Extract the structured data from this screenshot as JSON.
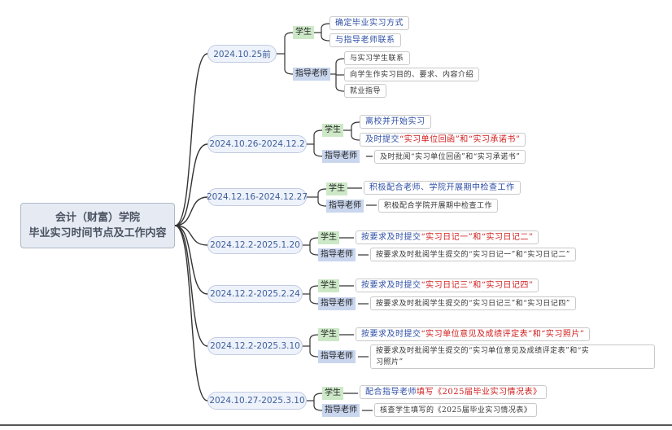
{
  "root": {
    "line1": "会计（财富）学院",
    "line2": "毕业实习时间节点及工作内容"
  },
  "colors": {
    "student_tag": "#cde8c7",
    "teacher_tag": "#c9d6ee",
    "highlight_red": "#d01c1c",
    "leaf_blue": "#2f4fa6",
    "node_text": "#3c5f9a"
  },
  "tags": {
    "student": "学生",
    "teacher": "指导老师"
  },
  "stages": [
    {
      "date": "2024.10.25前",
      "student": [
        "确定毕业实习方式",
        "与指导老师联系"
      ],
      "teacher": [
        "与实习学生联系",
        "向学生作实习目的、要求、内容介绍",
        "就业指导"
      ]
    },
    {
      "date": "2024.10.26-2024.12.2",
      "student": [
        "离校并开始实习",
        {
          "pre": "及时提交",
          "red": "“实习单位回函”和“实习承诺书”",
          "post": ""
        }
      ],
      "teacher": [
        "及时批阅“实习单位回函”和“实习承诺书”"
      ]
    },
    {
      "date": "2024.12.16-2024.12.27",
      "student": [
        "积极配合老师、学院开展期中检查工作"
      ],
      "teacher": [
        "积极配合学院开展期中检查工作"
      ]
    },
    {
      "date": "2024.12.2-2025.1.20",
      "student": [
        {
          "pre": "按要求及时提交",
          "red": "“实习日记一”和“实习日记二”",
          "post": ""
        }
      ],
      "teacher": [
        "按要求及时批阅学生提交的“实习日记一”和“实习日记二”"
      ]
    },
    {
      "date": "2024.12.2-2025.2.24",
      "student": [
        {
          "pre": "按要求及时提交",
          "red": "“实习日记三”和“实习日记四”",
          "post": ""
        }
      ],
      "teacher": [
        "按要求及时批阅学生提交的“实习日记三”和“实习日记四”"
      ]
    },
    {
      "date": "2024.12.2-2025.3.10",
      "student": [
        {
          "pre": "按要求及时提交",
          "red": "“实习单位意见及成绩评定表”和“实习照片”",
          "post": ""
        }
      ],
      "teacher": [
        "按要求及时批阅学生提交的“实习单位意见及成绩评定表”和“实",
        "习照片”"
      ]
    },
    {
      "date": "2024.10.27-2025.3.10",
      "student": [
        {
          "pre": "配合指导老师",
          "red": "填写《2025届毕业实习情况表》",
          "post": ""
        }
      ],
      "teacher": [
        "核查学生填写的《2025届毕业实习情况表》"
      ]
    }
  ]
}
